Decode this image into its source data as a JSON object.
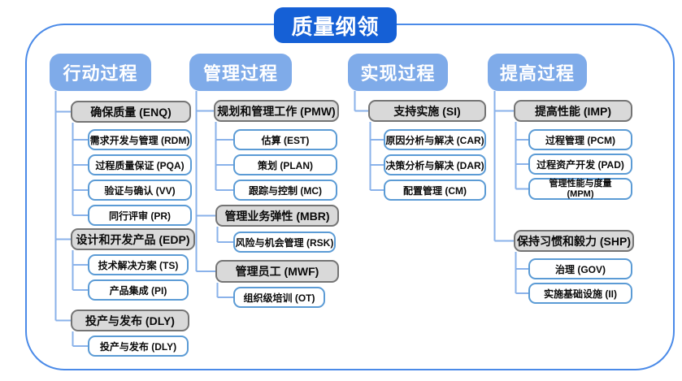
{
  "title": "质量纲领",
  "colors": {
    "title_bg": "#1560d6",
    "header_bg": "#7fabe9",
    "container_border": "#4a8ae8",
    "connector": "#8ab2ea",
    "gray_fill": "#d9d9d9",
    "gray_border": "#747474",
    "white_border": "#5b9bd5"
  },
  "columns": [
    {
      "label": "行动过程",
      "groups": [
        {
          "label": "确保质量 (ENQ)",
          "children": [
            "需求开发与管理 (RDM)",
            "过程质量保证 (PQA)",
            "验证与确认 (VV)",
            "同行评审 (PR)"
          ]
        },
        {
          "label": "设计和开发产品 (EDP)",
          "children": [
            "技术解决方案 (TS)",
            "产品集成 (PI)"
          ]
        },
        {
          "label": "投产与发布 (DLY)",
          "children": [
            "投产与发布 (DLY)"
          ]
        }
      ]
    },
    {
      "label": "管理过程",
      "groups": [
        {
          "label": "规划和管理工作 (PMW)",
          "children": [
            "估算 (EST)",
            "策划 (PLAN)",
            "跟踪与控制 (MC)"
          ]
        },
        {
          "label": "管理业务弹性 (MBR)",
          "children": [
            "风险与机会管理 (RSK)"
          ]
        },
        {
          "label": "管理员工 (MWF)",
          "children": [
            "组织级培训 (OT)"
          ]
        }
      ]
    },
    {
      "label": "实现过程",
      "groups": [
        {
          "label": "支持实施 (SI)",
          "children": [
            "原因分析与解决 (CAR)",
            "决策分析与解决 (DAR)",
            "配置管理 (CM)"
          ]
        }
      ]
    },
    {
      "label": "提高过程",
      "groups": [
        {
          "label": "提高性能 (IMP)",
          "children": [
            "过程管理 (PCM)",
            "过程资产开发 (PAD)",
            "管理性能与度量\n(MPM)"
          ]
        },
        {
          "label": "保持习惯和毅力 (SHP)",
          "children": [
            "治理 (GOV)",
            "实施基础设施 (II)"
          ]
        }
      ]
    }
  ]
}
